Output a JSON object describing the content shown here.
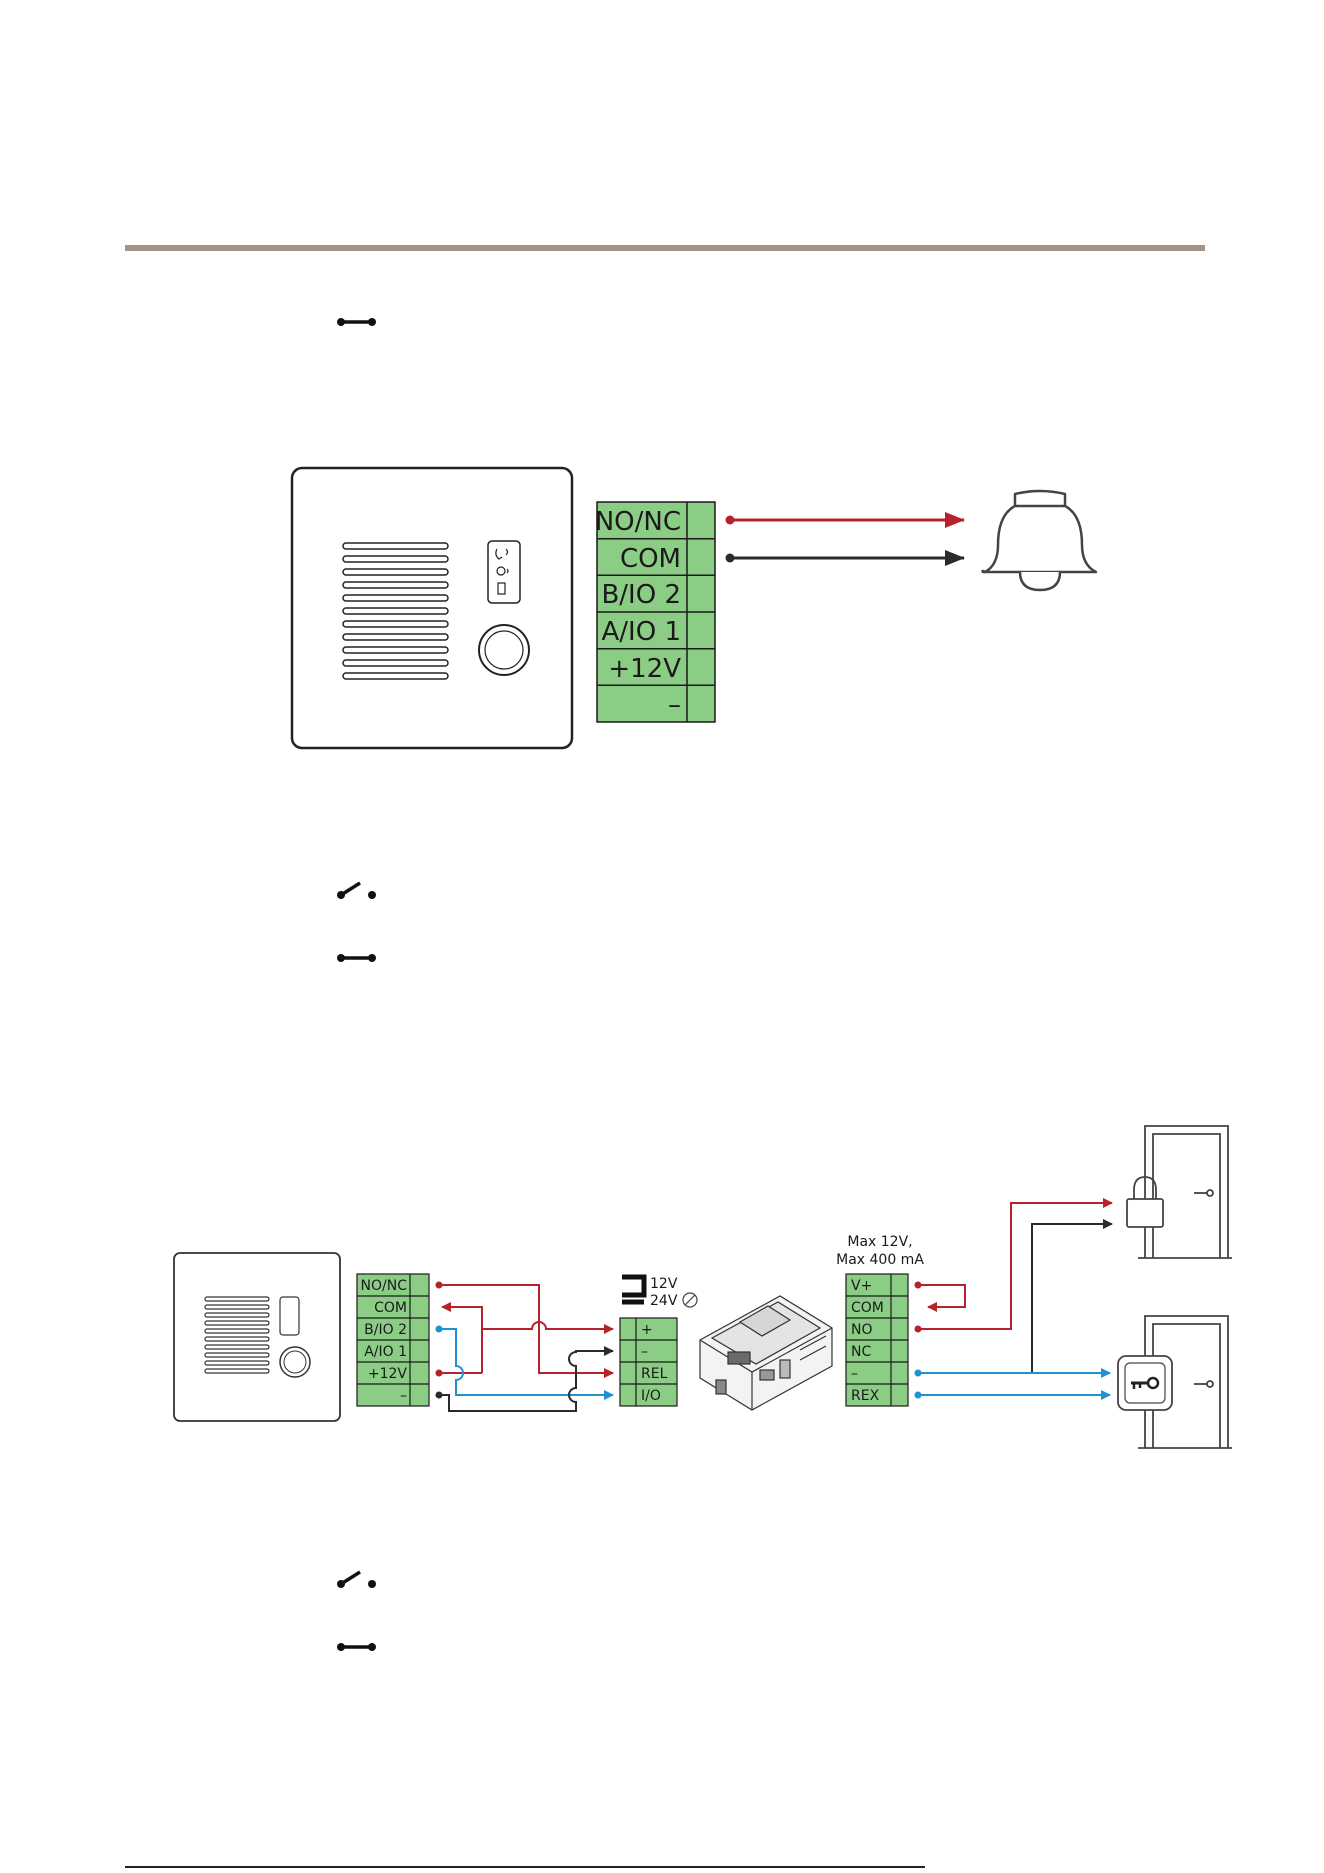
{
  "connector1": {
    "terminals": [
      "NO/NC",
      "COM",
      "B/IO 2",
      "A/IO 1",
      "+12V",
      "–"
    ]
  },
  "diagram2": {
    "intercom_terminals": [
      "NO/NC",
      "COM",
      "B/IO 2",
      "A/IO 1",
      "+12V",
      "–"
    ],
    "jumper": {
      "v12": "12V",
      "v24": "24V"
    },
    "module_terminals": [
      "+",
      "–",
      "REL",
      "I/O"
    ],
    "max_label": {
      "line1": "Max 12V,",
      "line2": "Max 400 mA"
    },
    "output_terminals": [
      "V+",
      "COM",
      "NO",
      "NC",
      "–",
      "REX"
    ]
  },
  "colors": {
    "wire_red": "#b5222c",
    "wire_black": "#2a2a2a",
    "wire_blue": "#1d93d2",
    "terminal_green": "#8ccd86",
    "rule": "#a39487"
  },
  "icons": [
    "closed-switch-icon",
    "open-switch-icon",
    "bell-icon",
    "padlock-icon",
    "key-button-icon",
    "door-icon",
    "door-controller-module-icon"
  ]
}
